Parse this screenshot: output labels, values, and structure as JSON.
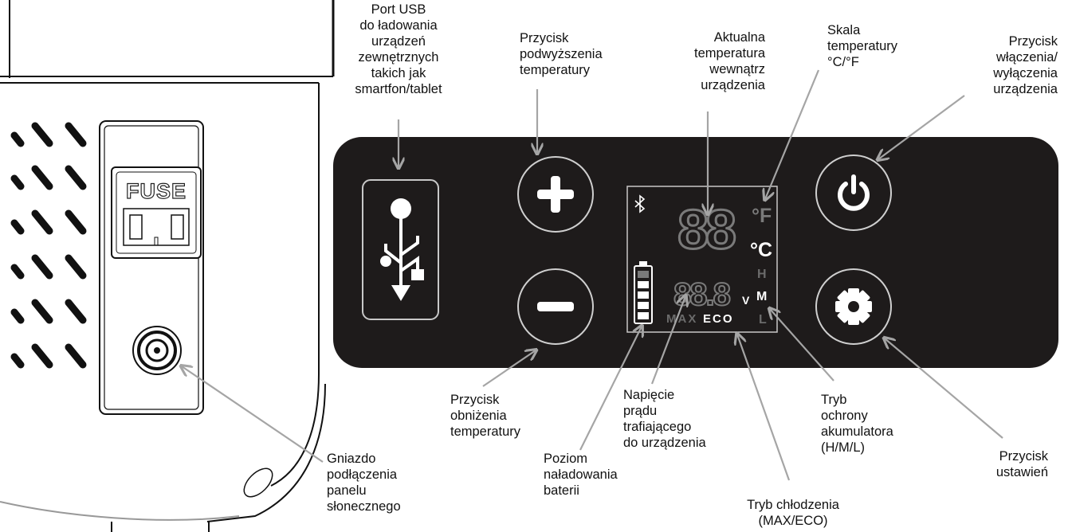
{
  "labels": {
    "usb_port": "Port USB\ndo ładowania\nurządzeń\nzewnętrznych\ntakich jak\nsmartfon/tablet",
    "temp_up": "Przycisk\npodwyższenia\ntemperatury",
    "current_temp": "Aktualna\ntemperatura\nwewnątrz\nurządzenia",
    "temp_scale": "Skala\ntemperatury\n°C/°F",
    "power_button": "Przycisk\nwłączenia/\nwyłączenia\nurządzenia",
    "temp_down": "Przycisk\nobniżenia\ntemperatury",
    "battery_level": "Poziom\nnaładowania\nbaterii",
    "voltage": "Napięcie\nprądu\ntrafiającego\ndo urządzenia",
    "battery_protection": "Tryb\nochrony\nakumulatora\n(H/M/L)",
    "settings_button": "Przycisk\nustawień",
    "cooling_mode": "Tryb chłodzenia\n(MAX/ECO)",
    "solar_socket": "Gniazdo\npodłączenia\npanelu\nsłonecznego"
  },
  "device": {
    "fuse_label": "FUSE",
    "display": {
      "bluetooth_icon": "bluetooth-icon",
      "temperature": "88",
      "unit_f": "°F",
      "unit_c": "°C",
      "voltage": "88.8",
      "voltage_unit": "V",
      "mode_max": "MAX",
      "mode_eco": "ECO",
      "level_h": "H",
      "level_m": "M",
      "level_l": "L"
    }
  },
  "colors": {
    "panel": "#1e1b1b",
    "button_border": "#c8c8c8",
    "arrow": "#aaaaaa",
    "segment_dim": "#6b6b6b",
    "segment_on": "#ffffff"
  }
}
